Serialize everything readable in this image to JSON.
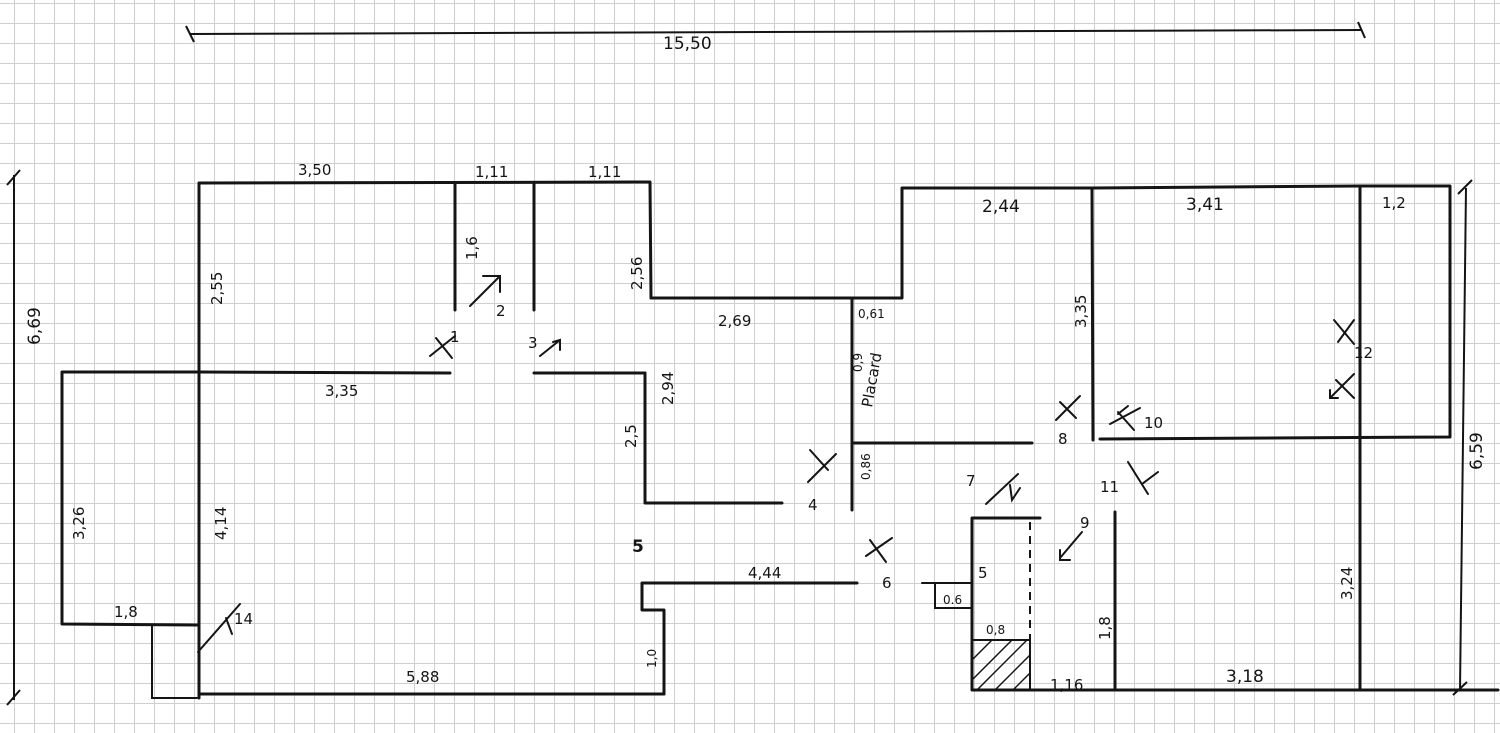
{
  "dimensions": {
    "total_width": "15,50",
    "height_left": "6,69",
    "height_right": "6,59",
    "top_room_width": "3,50",
    "top_closet_1": "1,11",
    "top_closet_2": "1,11",
    "top_room_height": "2,55",
    "closet_depth": "1,6",
    "closet_right_height": "2,56",
    "wall_3_35_bottom": "3,35",
    "mid_room_width": "2,69",
    "mid_room_height": "2,94",
    "mid_wall_2_5": "2,5",
    "wall_0_61": "0,61",
    "placard_0_9": "0,9",
    "placard_0_86": "0,86",
    "placard_label": "Placard",
    "right_room_1_width": "2,44",
    "right_room_2_width": "3,41",
    "right_room_height": "3,35",
    "right_gap": "1,2",
    "left_ext_height": "3,26",
    "left_wall_4_14": "4,14",
    "left_ext_width": "1,8",
    "bottom_wall": "5,88",
    "wall_4_44": "4,44",
    "small_wall_1_0": "1,0",
    "bathroom_wall_5": "5",
    "bathroom_0_6": "0.6",
    "bathroom_0_8": "0,8",
    "wall_1_16": "1,16",
    "wall_1_8_right": "1,8",
    "bottom_right_width": "3,18",
    "right_room_lower_height": "3,24"
  },
  "doors": {
    "d1": "1",
    "d2": "2",
    "d3": "3",
    "d4": "4",
    "d5": "5",
    "d6": "6",
    "d7": "7",
    "d8": "8",
    "d9": "9",
    "d10": "10",
    "d11": "11",
    "d12": "12",
    "d14": "14"
  }
}
